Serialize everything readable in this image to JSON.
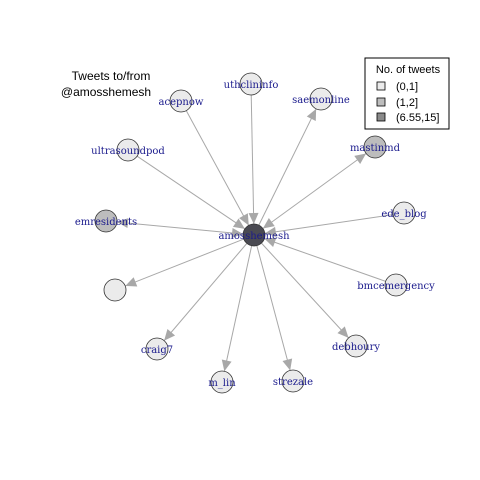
{
  "title": {
    "line1": "Tweets to/from",
    "line2": "@amosshemesh"
  },
  "legend": {
    "title": "No. of tweets",
    "items": [
      {
        "label": "(0,1]",
        "color": "#ebebeb"
      },
      {
        "label": "(1,2]",
        "color": "#bdbdbd"
      },
      {
        "label": "(6.55,15]",
        "color": "#8a8a8a"
      }
    ]
  },
  "colors": {
    "edge": "#a8a8a8",
    "label": "#1a1a8c",
    "node_stroke": "#333333",
    "center_fill": "#4a4a52"
  },
  "center": {
    "label": "amosshemesh"
  },
  "nodes": [
    {
      "label": "uthclininfo",
      "group": "(0,1]",
      "direction": "to_center"
    },
    {
      "label": "acepnow",
      "group": "(0,1]",
      "direction": "to_center"
    },
    {
      "label": "saemonline",
      "group": "(0,1]",
      "direction": "from_center"
    },
    {
      "label": "ultrasoundpod",
      "group": "(0,1]",
      "direction": "to_center"
    },
    {
      "label": "mastinmd",
      "group": "(1,2]",
      "direction": "both"
    },
    {
      "label": "emresidents",
      "group": "(1,2]",
      "direction": "both"
    },
    {
      "label": "ede_blog",
      "group": "(0,1]",
      "direction": "to_center"
    },
    {
      "label": "",
      "group": "(0,1]",
      "direction": "from_center"
    },
    {
      "label": "bmcemergency",
      "group": "(0,1]",
      "direction": "to_center"
    },
    {
      "label": "craig7",
      "group": "(0,1]",
      "direction": "from_center"
    },
    {
      "label": "debhoury",
      "group": "(0,1]",
      "direction": "from_center"
    },
    {
      "label": "m_lin",
      "group": "(0,1]",
      "direction": "from_center"
    },
    {
      "label": "strezale",
      "group": "(0,1]",
      "direction": "from_center"
    }
  ]
}
